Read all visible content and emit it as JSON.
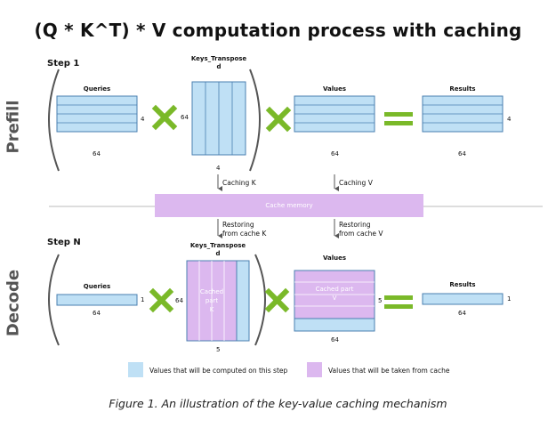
{
  "title": "(Q * K^T) * V computation process with caching",
  "caption": "Figure 1. An illustration of the key-value caching mechanism",
  "colors": {
    "computed": "#bfe0f5",
    "cached": "#dcb8ef",
    "operator": "#7ab929",
    "line": "#4a7fb0",
    "cache_memory": "#dcb8ef"
  },
  "prefill": {
    "phase_label": "Prefill",
    "step_label": "Step 1",
    "queries": {
      "label": "Queries",
      "rows": "4",
      "cols": "64"
    },
    "keys": {
      "label_line1": "Keys_Transpose",
      "label_line2": "d",
      "rows": "64",
      "cols": "4"
    },
    "values": {
      "label": "Values",
      "rows": "4",
      "cols": "64"
    },
    "results": {
      "label": "Results",
      "rows": "4",
      "cols": "64"
    }
  },
  "cache": {
    "label": "Cache memory",
    "caching_k": "Caching K",
    "caching_v": "Caching V",
    "restore_k_line1": "Restoring",
    "restore_k_line2": "from cache K",
    "restore_v_line1": "Restoring",
    "restore_v_line2": "from cache V"
  },
  "decode": {
    "phase_label": "Decode",
    "step_label": "Step N",
    "queries": {
      "label": "Queries",
      "rows": "1",
      "cols": "64"
    },
    "keys": {
      "label_line1": "Keys_Transpose",
      "label_line2": "d",
      "rows": "64",
      "cols": "5",
      "cached_line1": "Cached",
      "cached_line2": "part",
      "cached_line3": "K"
    },
    "values": {
      "label": "Values",
      "rows": "5",
      "cols": "64",
      "cached_line1": "Cached part",
      "cached_line2": "V"
    },
    "results": {
      "label": "Results",
      "rows": "1",
      "cols": "64"
    }
  },
  "legend": {
    "computed": "Values that will be computed on this step",
    "cached": "Values that will be taken from cache"
  }
}
